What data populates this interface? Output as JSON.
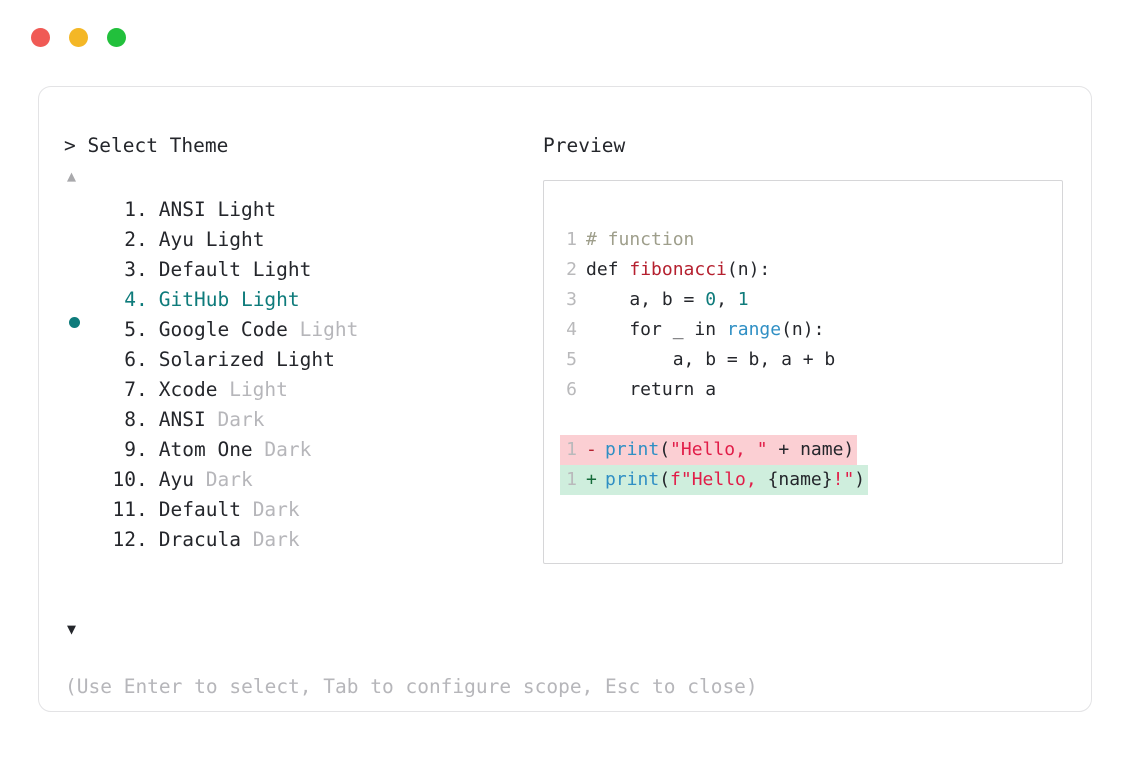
{
  "window": {
    "traffic_lights": [
      {
        "name": "close",
        "color": "#f05a55"
      },
      {
        "name": "minimize",
        "color": "#f4b726"
      },
      {
        "name": "maximize",
        "color": "#22c03c"
      }
    ]
  },
  "prompt": {
    "marker": ">",
    "title": "Select Theme",
    "scroll_up_icon": "▲",
    "scroll_down_icon": "▼"
  },
  "themes": {
    "selected_index": 4,
    "selected_bullet": "●",
    "items": [
      {
        "index": "1",
        "dot": ".",
        "name": "ANSI",
        "suffix": "Light",
        "suffix_muted": false,
        "selected": false
      },
      {
        "index": "2",
        "dot": ".",
        "name": "Ayu",
        "suffix": "Light",
        "suffix_muted": false,
        "selected": false
      },
      {
        "index": "3",
        "dot": ".",
        "name": "Default",
        "suffix": "Light",
        "suffix_muted": false,
        "selected": false
      },
      {
        "index": "4",
        "dot": ".",
        "name": "GitHub",
        "suffix": "Light",
        "suffix_muted": false,
        "selected": true
      },
      {
        "index": "5",
        "dot": ".",
        "name": "Google Code",
        "suffix": "Light",
        "suffix_muted": true,
        "selected": false
      },
      {
        "index": "6",
        "dot": ".",
        "name": "Solarized",
        "suffix": "Light",
        "suffix_muted": false,
        "selected": false
      },
      {
        "index": "7",
        "dot": ".",
        "name": "Xcode",
        "suffix": "Light",
        "suffix_muted": true,
        "selected": false
      },
      {
        "index": "8",
        "dot": ".",
        "name": "ANSI",
        "suffix": "Dark",
        "suffix_muted": true,
        "selected": false
      },
      {
        "index": "9",
        "dot": ".",
        "name": "Atom One",
        "suffix": "Dark",
        "suffix_muted": true,
        "selected": false
      },
      {
        "index": "10",
        "dot": ".",
        "name": "Ayu",
        "suffix": "Dark",
        "suffix_muted": true,
        "selected": false
      },
      {
        "index": "11",
        "dot": ".",
        "name": "Default",
        "suffix": "Dark",
        "suffix_muted": true,
        "selected": false
      },
      {
        "index": "12",
        "dot": ".",
        "name": "Dracula",
        "suffix": "Dark",
        "suffix_muted": true,
        "selected": false
      }
    ]
  },
  "preview": {
    "title": "Preview",
    "code_lines": [
      {
        "number": "1",
        "tokens": [
          {
            "text": "# function",
            "kind": "comment"
          }
        ]
      },
      {
        "number": "2",
        "tokens": [
          {
            "text": "def ",
            "kind": "plain"
          },
          {
            "text": "fibonacci",
            "kind": "func"
          },
          {
            "text": "(n):",
            "kind": "plain"
          }
        ]
      },
      {
        "number": "3",
        "tokens": [
          {
            "text": "    a, b = ",
            "kind": "plain"
          },
          {
            "text": "0",
            "kind": "num"
          },
          {
            "text": ", ",
            "kind": "plain"
          },
          {
            "text": "1",
            "kind": "num"
          }
        ]
      },
      {
        "number": "4",
        "tokens": [
          {
            "text": "    for _ in ",
            "kind": "plain"
          },
          {
            "text": "range",
            "kind": "builtin"
          },
          {
            "text": "(n):",
            "kind": "plain"
          }
        ]
      },
      {
        "number": "5",
        "tokens": [
          {
            "text": "        a, b = b, a + b",
            "kind": "plain"
          }
        ]
      },
      {
        "number": "6",
        "tokens": [
          {
            "text": "    return a",
            "kind": "plain"
          }
        ]
      }
    ],
    "diff_lines": [
      {
        "number": "1",
        "sign": "-",
        "type": "delete",
        "tokens": [
          {
            "text": "print",
            "kind": "call"
          },
          {
            "text": "(",
            "kind": "plain"
          },
          {
            "text": "\"Hello, \"",
            "kind": "str"
          },
          {
            "text": " + name)",
            "kind": "plain"
          }
        ]
      },
      {
        "number": "1",
        "sign": "+",
        "type": "add",
        "tokens": [
          {
            "text": "print",
            "kind": "call"
          },
          {
            "text": "(",
            "kind": "plain"
          },
          {
            "text": "f\"Hello, ",
            "kind": "str"
          },
          {
            "text": "{name}",
            "kind": "plain"
          },
          {
            "text": "!\"",
            "kind": "str"
          },
          {
            "text": ")",
            "kind": "plain"
          }
        ]
      }
    ]
  },
  "footer": {
    "hint": "(Use Enter to select, Tab to configure scope, Esc to close)"
  },
  "colors": {
    "accent_teal": "#0e7b7b",
    "text": "#24262b",
    "muted": "#b6b6ba",
    "diff_delete_bg": "#fbcfd3",
    "diff_add_bg": "#cfeedd",
    "string": "#e11d48",
    "function": "#b5202f",
    "builtin": "#2f8fc4"
  }
}
